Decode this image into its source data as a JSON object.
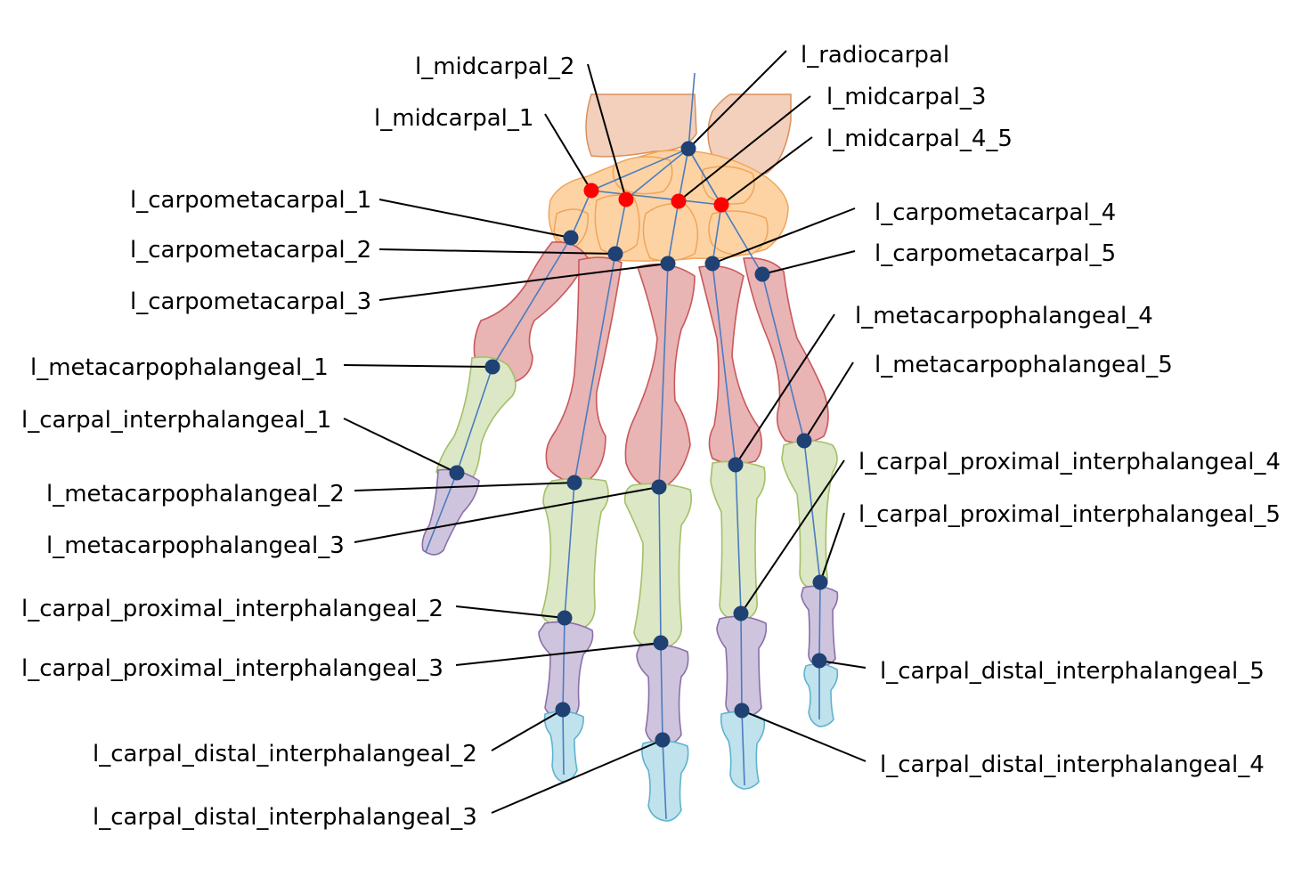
{
  "labels": {
    "midcarpal_2": "l_midcarpal_2",
    "radiocarpal": "l_radiocarpal",
    "midcarpal_3": "l_midcarpal_3",
    "midcarpal_1": "l_midcarpal_1",
    "midcarpal_4_5": "l_midcarpal_4_5",
    "carpometacarpal_1": "l_carpometacarpal_1",
    "carpometacarpal_4": "l_carpometacarpal_4",
    "carpometacarpal_2": "l_carpometacarpal_2",
    "carpometacarpal_5": "l_carpometacarpal_5",
    "carpometacarpal_3": "l_carpometacarpal_3",
    "metacarpophalangeal_4": "l_metacarpophalangeal_4",
    "metacarpophalangeal_1": "l_metacarpophalangeal_1",
    "metacarpophalangeal_5": "l_metacarpophalangeal_5",
    "carpal_interphalangeal_1": "l_carpal_interphalangeal_1",
    "carpal_proximal_interphalangeal_4": "l_carpal_proximal_interphalangeal_4",
    "metacarpophalangeal_2": "l_metacarpophalangeal_2",
    "carpal_proximal_interphalangeal_5": "l_carpal_proximal_interphalangeal_5",
    "metacarpophalangeal_3": "l_metacarpophalangeal_3",
    "carpal_proximal_interphalangeal_2": "l_carpal_proximal_interphalangeal_2",
    "carpal_proximal_interphalangeal_3": "l_carpal_proximal_interphalangeal_3",
    "carpal_distal_interphalangeal_5": "l_carpal_distal_interphalangeal_5",
    "carpal_distal_interphalangeal_2": "l_carpal_distal_interphalangeal_2",
    "carpal_distal_interphalangeal_4": "l_carpal_distal_interphalangeal_4",
    "carpal_distal_interphalangeal_3": "l_carpal_distal_interphalangeal_3"
  },
  "colors": {
    "radius_ulna": "#f3d0bb",
    "carpals": "#fdd3a4",
    "metacarpals": "#e8b4b4",
    "proximal_phalanges": "#dce7c5",
    "middle_phalanges": "#cfc4dd",
    "distal_phalanges": "#bfe2ec",
    "joint_marker": "#1f4173",
    "highlight_marker": "#ff0000",
    "axis_line": "#4a7cc0"
  }
}
